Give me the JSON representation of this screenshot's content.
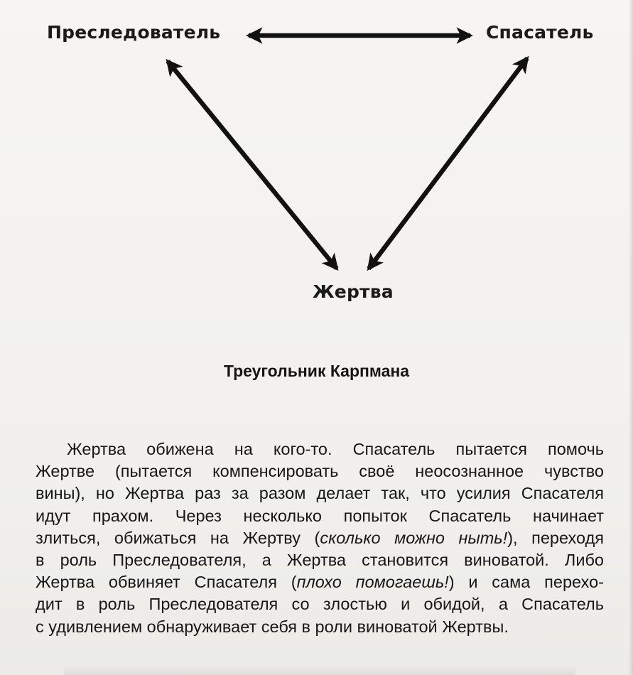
{
  "diagram": {
    "nodes": {
      "persecutor": "Преследователь",
      "rescuer": "Спасатель",
      "victim": "Жертва"
    },
    "caption": "Треугольник Карпмана"
  },
  "paragraph": {
    "lines": [
      [
        {
          "t": "Жертва обижена на кого-то. Спасатель пытается помочь"
        }
      ],
      [
        {
          "t": "Жертве (пытается компенсировать своё неосознанное чувство"
        }
      ],
      [
        {
          "t": "вины), но Жертва раз за разом делает так, что усилия Спасателя"
        }
      ],
      [
        {
          "t": "идут прахом. Через несколько попыток Спасатель начинает"
        }
      ],
      [
        {
          "t": "злиться, обижаться на Жертву ("
        },
        {
          "t": "сколько можно ныть!",
          "i": true
        },
        {
          "t": "), переходя"
        }
      ],
      [
        {
          "t": "в роль Преследователя, а Жертва становится виноватой. Либо"
        }
      ],
      [
        {
          "t": "Жертва обвиняет Спасателя ("
        },
        {
          "t": "плохо помогаешь!",
          "i": true
        },
        {
          "t": ") и сама перехо-"
        }
      ],
      [
        {
          "t": "дит в роль Преследователя со злостью и обидой, а Спасатель"
        }
      ],
      [
        {
          "t": "с удивлением обнаруживает себя в роли виноватой Жертвы."
        }
      ]
    ]
  }
}
